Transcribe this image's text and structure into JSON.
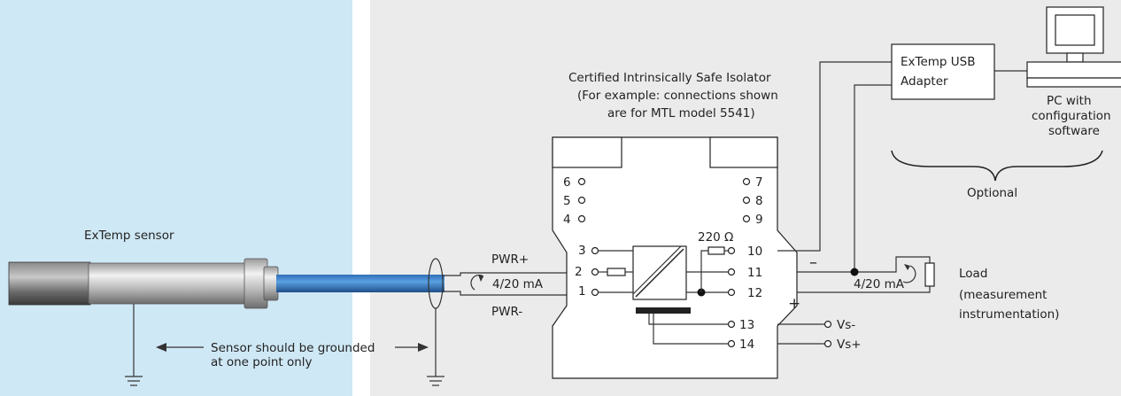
{
  "colors": {
    "sensor_zone_bg": "#cfe8f5",
    "page_bg": "#ebebeb",
    "cable_blue": "#3f83c9"
  },
  "labels": {
    "isolator_title_1": "Certified Intrinsically Safe Isolator",
    "isolator_title_2": "(For example: connections shown",
    "isolator_title_3": "are for MTL model 5541)",
    "sensor": "ExTemp sensor",
    "ground_note_1": "Sensor should be grounded",
    "ground_note_2": "at one point only",
    "pwr_plus": "PWR+",
    "pwr_minus": "PWR-",
    "current_left": "4/20 mA",
    "current_right": "4/20 mA",
    "resistor": "220 Ω",
    "minus_sign": "–",
    "plus_sign": "+",
    "usb_adapter_1": "ExTemp USB",
    "usb_adapter_2": "Adapter",
    "pc_1": "PC with",
    "pc_2": "configuration",
    "pc_3": "software",
    "optional": "Optional",
    "load_1": "Load",
    "load_2": "(measurement",
    "load_3": "instrumentation)",
    "vs_minus": "Vs-",
    "vs_plus": "Vs+"
  },
  "terminals": [
    "1",
    "2",
    "3",
    "4",
    "5",
    "6",
    "7",
    "8",
    "9",
    "10",
    "11",
    "12",
    "13",
    "14"
  ],
  "icons": [
    "pc-icon",
    "ground-icon",
    "resistor-icon",
    "isolator-symbol-icon"
  ]
}
